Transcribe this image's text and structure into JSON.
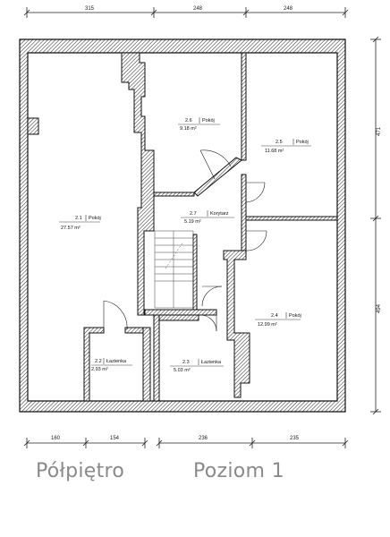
{
  "dimensions": {
    "top": [
      "315",
      "248",
      "248"
    ],
    "bottom": [
      "160",
      "154",
      "236",
      "235"
    ],
    "right": [
      "471",
      "494"
    ]
  },
  "rooms": [
    {
      "id": "2.1",
      "name": "Pokój",
      "area": "27.57 m²"
    },
    {
      "id": "2.2",
      "name": "Łazienka",
      "area": "2.93 m²"
    },
    {
      "id": "2.3",
      "name": "Łazienka",
      "area": "5.03 m²"
    },
    {
      "id": "2.4",
      "name": "Pokój",
      "area": "12.99 m²"
    },
    {
      "id": "2.5",
      "name": "Pokój",
      "area": "11.68 m²"
    },
    {
      "id": "2.6",
      "name": "Pokój",
      "area": "9.18 m²"
    },
    {
      "id": "2.7",
      "name": "Korytarz",
      "area": "5.19 m²"
    }
  ],
  "captions": {
    "left": "Półpiętro",
    "right": "Poziom 1"
  }
}
